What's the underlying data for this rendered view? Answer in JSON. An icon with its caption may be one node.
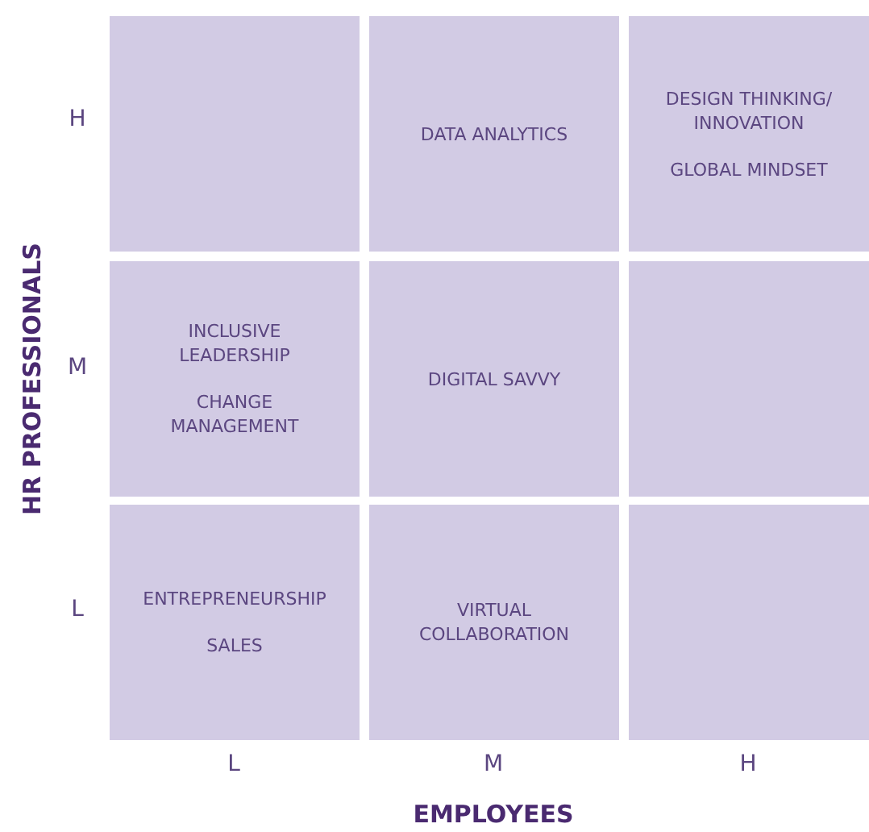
{
  "diagram": {
    "nodes": [
      {
        "text": [],
        "shape": "box"
      },
      {
        "text": [
          "DATA ANALYTICS"
        ]
      },
      {
        "text": [
          "DESIGN THINKING/ INNOVATION",
          "GLOBAL MINDSET"
        ]
      },
      {
        "text": [
          "INCLUSIVE LEADERSHIP",
          "CHANGE MANAGEMENT"
        ]
      },
      {
        "text": [
          "DIGITAL SAVVY"
        ]
      },
      {
        "text": [],
        "shape": "box"
      },
      {
        "text": [
          "ENTREPRENEURSHIP",
          "SALES"
        ]
      },
      {
        "text": [
          "VIRTUAL COLLABORATION"
        ]
      },
      {
        "text": [],
        "shape": "box"
      }
    ],
    "edges": [],
    "labels": [
      "HR PROFESSIONALS",
      "H",
      "M",
      "L",
      "L",
      "M",
      "H",
      "EMPLOYEES"
    ]
  }
}
